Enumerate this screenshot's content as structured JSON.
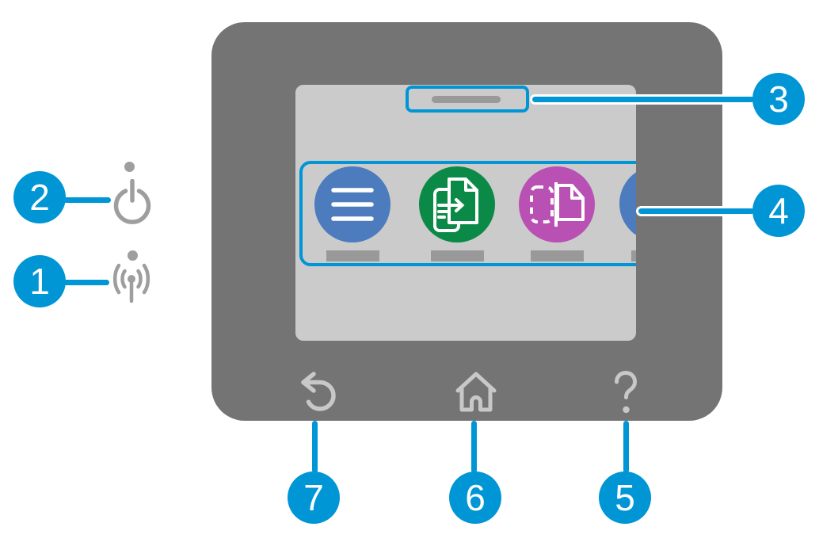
{
  "diagram": {
    "subject": "printer-control-panel",
    "colors": {
      "callout_blue": "#0096d6",
      "panel_gray": "#747474",
      "screen_gray": "#cbcbcb",
      "bar_gray": "#999999",
      "panel_icon_gray": "#c8c8c8",
      "side_icon_gray": "#9e9e9e",
      "app_menu_blue": "#4c7cbe",
      "app_copy_green": "#0b8a47",
      "app_scan_magenta": "#b950b4",
      "background": "#ffffff"
    },
    "touchscreen": {
      "status_center": {
        "name": "status-center-bar"
      },
      "apps": [
        {
          "name": "menu",
          "color": "#4c7cbe"
        },
        {
          "name": "copy",
          "color": "#0b8a47"
        },
        {
          "name": "scan",
          "color": "#b950b4"
        },
        {
          "name": "next-app-partial",
          "color": "#4c7cbe"
        }
      ]
    },
    "side_controls": [
      {
        "name": "power-button",
        "led": true
      },
      {
        "name": "wireless-button",
        "led": true
      }
    ],
    "bottom_controls": [
      {
        "name": "back-button"
      },
      {
        "name": "home-button"
      },
      {
        "name": "help-button"
      }
    ]
  },
  "callouts": [
    {
      "number": "1",
      "target": "wireless-button"
    },
    {
      "number": "2",
      "target": "power-button"
    },
    {
      "number": "3",
      "target": "status-center"
    },
    {
      "number": "4",
      "target": "home-screen-apps"
    },
    {
      "number": "5",
      "target": "help-button"
    },
    {
      "number": "6",
      "target": "home-button"
    },
    {
      "number": "7",
      "target": "back-button"
    }
  ]
}
